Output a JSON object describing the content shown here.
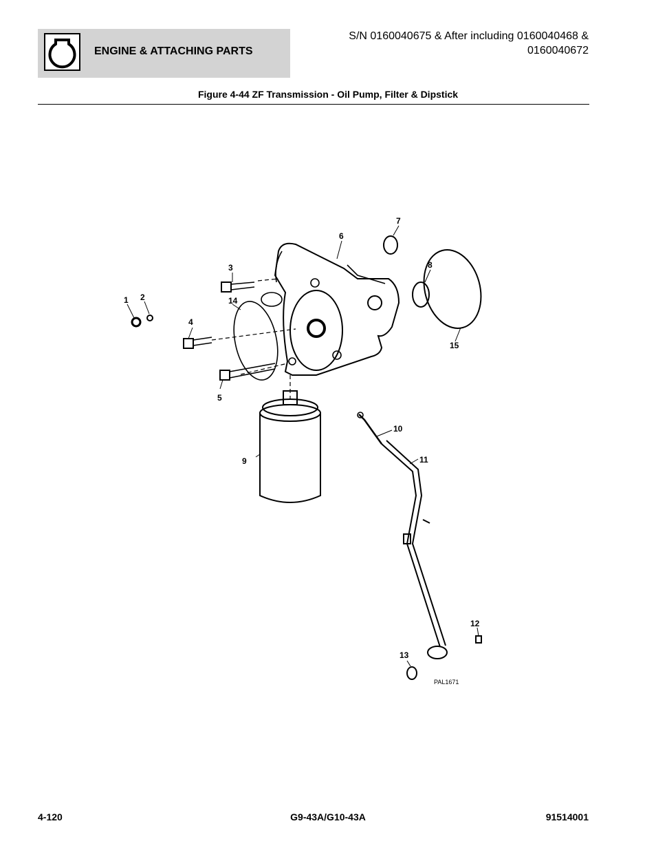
{
  "header": {
    "section_title": "ENGINE & ATTACHING PARTS",
    "icon": "engine-icon",
    "serial_line1": "S/N 0160040675 & After including 0160040468 &",
    "serial_line2": "0160040672"
  },
  "figure": {
    "title": "Figure 4-44 ZF Transmission - Oil Pump, Filter & Dipstick",
    "callouts": [
      "1",
      "2",
      "3",
      "4",
      "5",
      "6",
      "7",
      "8",
      "9",
      "10",
      "11",
      "12",
      "13",
      "14",
      "15"
    ],
    "drawing_id": "PAL1671"
  },
  "footer": {
    "page_number": "4-120",
    "model": "G9-43A/G10-43A",
    "doc_number": "91514001"
  }
}
